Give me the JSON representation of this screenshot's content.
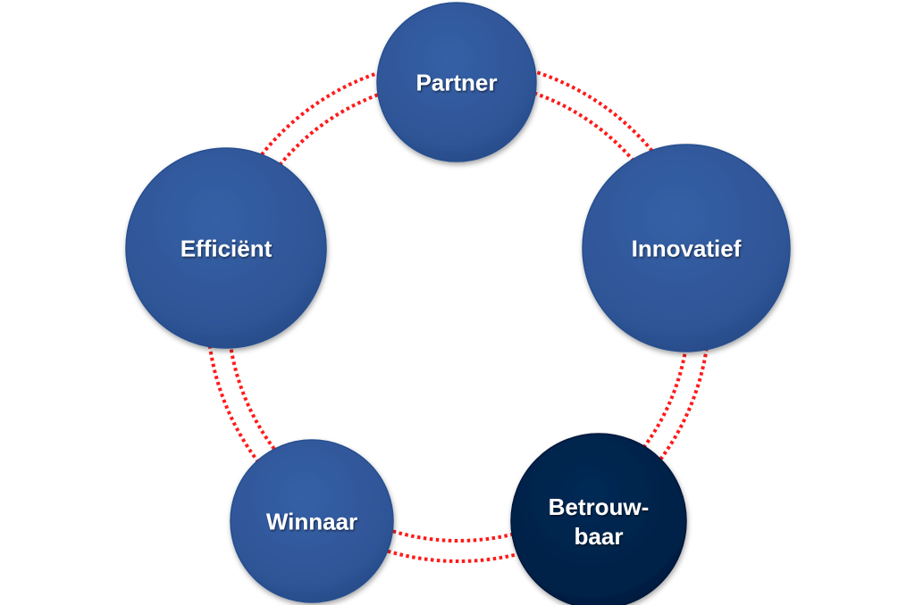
{
  "diagram": {
    "nodes": [
      {
        "id": "partner",
        "label_lines": [
          "Partner"
        ],
        "color": "#2f5597",
        "highlight": false
      },
      {
        "id": "innovatief",
        "label_lines": [
          "Innovatief"
        ],
        "color": "#2f5597",
        "highlight": false
      },
      {
        "id": "betrouwbaar",
        "label_lines": [
          "Betrouw-",
          "baar"
        ],
        "color": "#002147",
        "highlight": true
      },
      {
        "id": "winnaar",
        "label_lines": [
          "Winnaar"
        ],
        "color": "#2f5597",
        "highlight": false
      },
      {
        "id": "efficient",
        "label_lines": [
          "Efficiënt"
        ],
        "color": "#2f5597",
        "highlight": false
      }
    ],
    "ring_color": "#ff1a1a",
    "node_color": "#2f5597",
    "highlight_color": "#002147"
  }
}
